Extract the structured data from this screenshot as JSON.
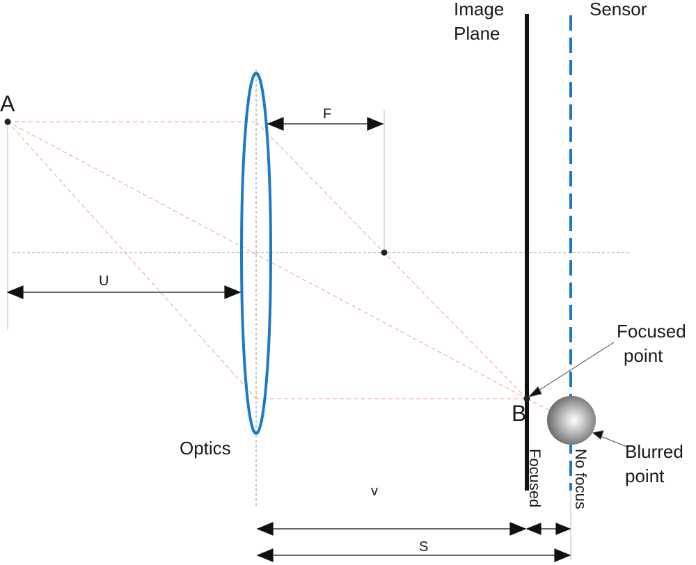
{
  "labels": {
    "point_a": "A",
    "point_b": "B",
    "focal_length": "F",
    "object_distance": "U",
    "image_distance": "v",
    "sensor_distance": "S",
    "optics": "Optics",
    "image_plane_line1": "Image",
    "image_plane_line2": "Plane",
    "sensor": "Sensor",
    "focused_point_line1": "Focused",
    "focused_point_line2": "point",
    "blurred_point_line1": "Blurred",
    "blurred_point_line2": "point",
    "focused_vertical": "Focused",
    "no_focus_vertical": "No focus"
  },
  "colors": {
    "lens": "#1a7ac8",
    "sensor": "#1a7ac8",
    "rays": "#f2a08a",
    "image_plane": "#111111",
    "axis": "#888888"
  }
}
